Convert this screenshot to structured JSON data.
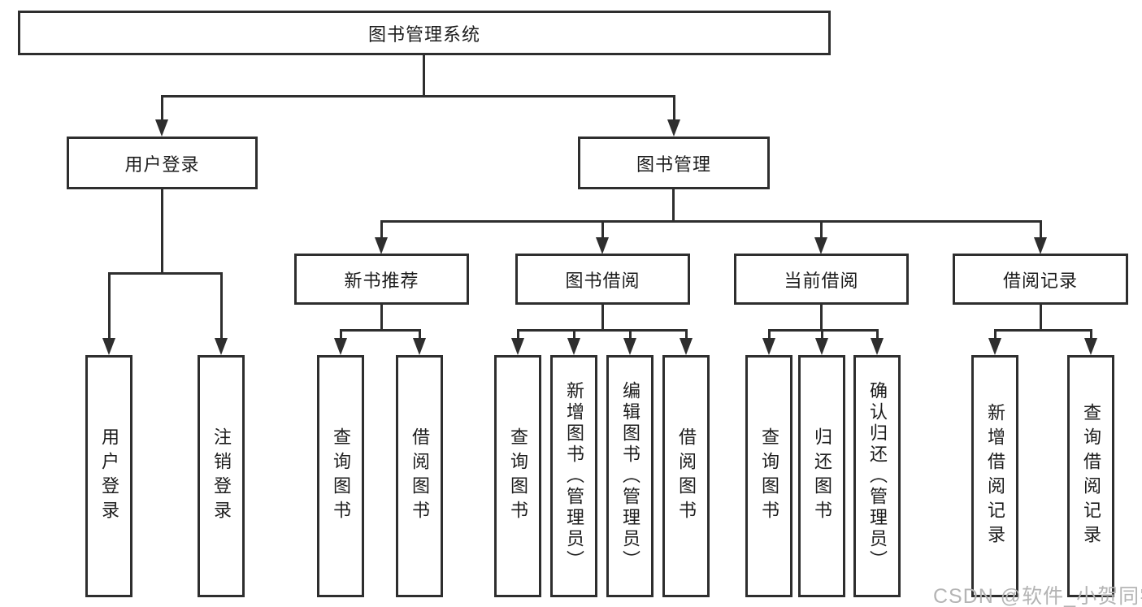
{
  "nodes": {
    "root": "图书管理系统",
    "user_login": "用户登录",
    "book_mgmt": "图书管理",
    "new_book_rec": "新书推荐",
    "book_borrow": "图书借阅",
    "current_borrow": "当前借阅",
    "borrow_records": "借阅记录",
    "leaf_user_login": "用户登录",
    "leaf_logout": "注销登录",
    "leaf_nb_query": "查询图书",
    "leaf_nb_borrow": "借阅图书",
    "leaf_bb_query": "查询图书",
    "leaf_bb_add": "新增图书（管理员）",
    "leaf_bb_edit": "编辑图书（管理员）",
    "leaf_bb_borrow": "借阅图书",
    "leaf_cb_query": "查询图书",
    "leaf_cb_return": "归还图书",
    "leaf_cb_confirm": "确认归还（管理员）",
    "leaf_br_add": "新增借阅记录",
    "leaf_br_query": "查询借阅记录"
  },
  "watermark": "CSDN @软件_小贺同学",
  "colors": {
    "line": "#2e2e2e",
    "box_border": "#2e2e2e",
    "text": "#1c1c1c",
    "background": "#ffffff",
    "watermark": "#b4b4b4"
  }
}
